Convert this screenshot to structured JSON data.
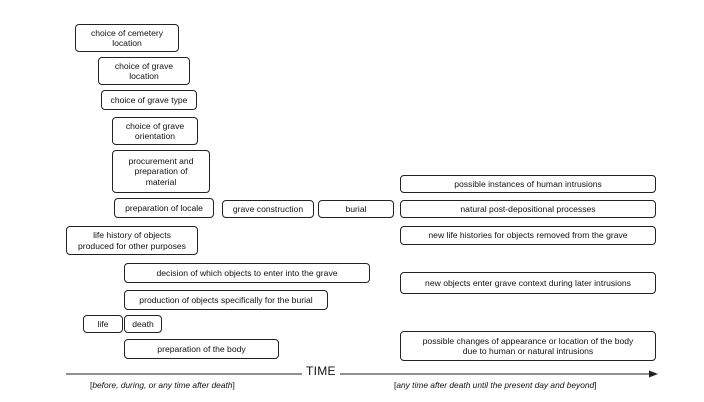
{
  "boxes": {
    "cemetery_location": "choice of cemetery\nlocation",
    "grave_location": "choice of grave\nlocation",
    "grave_type": "choice of grave type",
    "grave_orientation": "choice of grave\norientation",
    "procurement": "procurement and\npreparation of\nmaterial",
    "preparation_locale": "preparation of locale",
    "grave_construction": "grave construction",
    "burial": "burial",
    "life_history": "life history of objects\nproduced for other purposes",
    "decision_objects": "decision of which objects to enter into the grave",
    "production_objects": "production of objects specifically for the burial",
    "life": "life",
    "death": "death",
    "preparation_body": "preparation of the body",
    "human_intrusions": "possible instances of human intrusions",
    "post_depositional": "natural post-depositional processes",
    "new_life_histories": "new life histories for objects removed from the grave",
    "new_objects": "new objects enter grave context during later intrusions",
    "changes_body": "possible changes of appearance or location of the body\ndue to human or natural intrusions"
  },
  "axis": {
    "label": "TIME",
    "left_note": "before, during, or any time after death",
    "right_note": "any time after death until the present day and beyond"
  }
}
